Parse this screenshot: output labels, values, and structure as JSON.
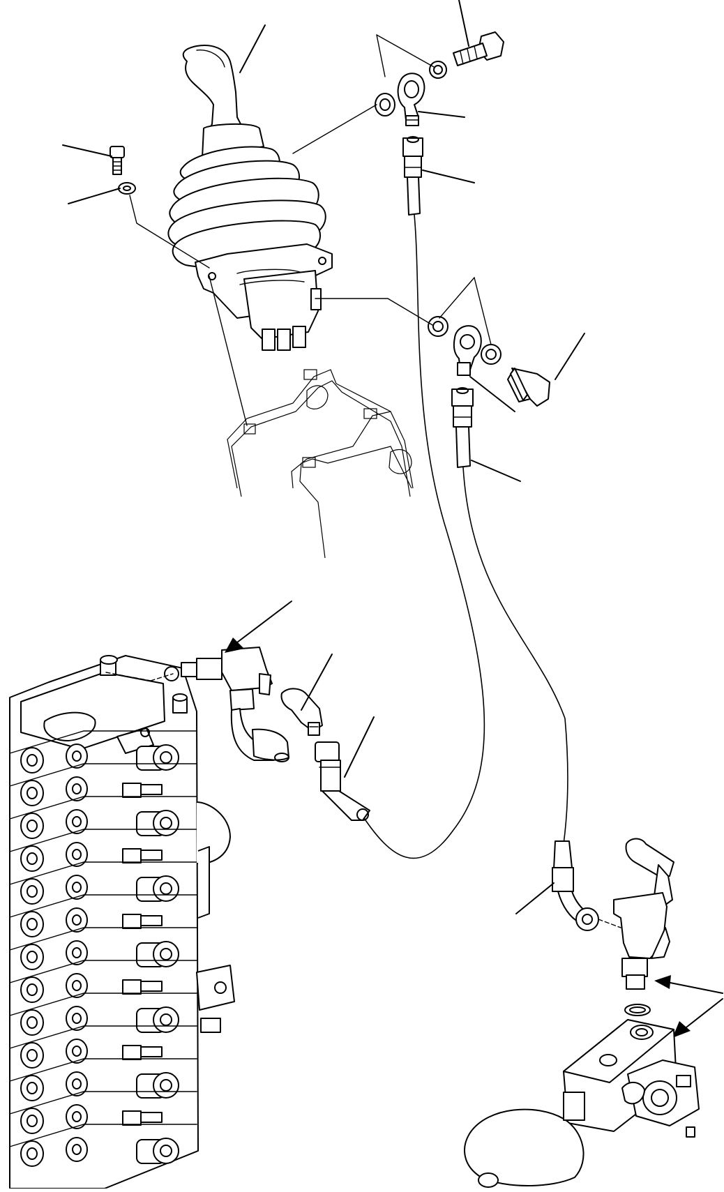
{
  "diagram": {
    "parts": [
      {
        "id": "joystick-lever",
        "icon": "joystick-icon"
      },
      {
        "id": "hollow-bolt-upper",
        "icon": "bolt-icon"
      },
      {
        "id": "hollow-bolt-lower",
        "icon": "bolt-icon"
      },
      {
        "id": "banjo-fitting-upper",
        "icon": "banjo-fitting-icon"
      },
      {
        "id": "banjo-fitting-lower",
        "icon": "banjo-fitting-icon"
      },
      {
        "id": "sealing-washers-upper",
        "icon": "washer-icon"
      },
      {
        "id": "sealing-washers-lower",
        "icon": "washer-icon"
      },
      {
        "id": "hose-upper",
        "icon": "hose-icon"
      },
      {
        "id": "hose-lower",
        "icon": "hose-icon"
      },
      {
        "id": "cap-screw",
        "icon": "screw-icon"
      },
      {
        "id": "lock-washer",
        "icon": "washer-icon"
      },
      {
        "id": "control-valve-block",
        "icon": "valve-block-icon"
      },
      {
        "id": "tee-fitting-valve",
        "icon": "tee-fitting-icon"
      },
      {
        "id": "elbow-adapter",
        "icon": "elbow-icon"
      },
      {
        "id": "accumulator-valve",
        "icon": "accumulator-icon"
      },
      {
        "id": "o-ring",
        "icon": "o-ring-icon"
      }
    ]
  }
}
